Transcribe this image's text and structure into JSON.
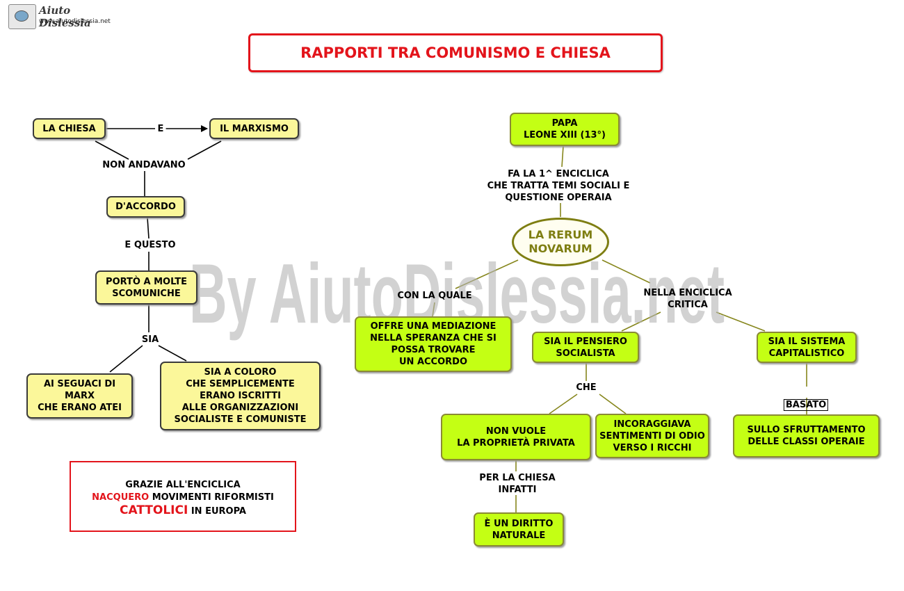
{
  "logo": {
    "name": "Aiuto Dislessia",
    "url": "www.aiutodislessia.net"
  },
  "title": "RAPPORTI TRA COMUNISMO E CHIESA",
  "watermark": "By AiutoDislessia.net",
  "left": {
    "chiesa": "LA CHIESA",
    "e": "E",
    "marxismo": "IL MARXISMO",
    "non_andavano": "NON ANDAVANO",
    "daccordo": "D'ACCORDO",
    "e_questo": "E QUESTO",
    "porto": "PORTÒ A MOLTE\nSCOMUNICHE",
    "sia": "SIA",
    "seguaci": "AI SEGUACI DI\nMARX\nCHE ERANO ATEI",
    "coloro": "SIA A COLORO\nCHE SEMPLICEMENTE\nERANO ISCRITTI\nALLE ORGANIZZAZIONI\nSOCIALISTE E COMUNISTE"
  },
  "note": {
    "line1": "GRAZIE ALL'ENCICLICA",
    "nacquero": "NACQUERO",
    "line2_rest": " MOVIMENTI RIFORMISTI",
    "cattolici": "CATTOLICI",
    "line3_rest": " IN EUROPA"
  },
  "right": {
    "papa": "PAPA\nLEONE XIII (13°)",
    "fa_la": "FA LA 1^ ENCICLICA\nCHE TRATTA TEMI SOCIALI E\nQUESTIONE OPERAIA",
    "rerum": "LA RERUM\nNOVARUM",
    "con_la_quale": "CON LA QUALE",
    "mediazione": "OFFRE UNA MEDIAZIONE\nNELLA SPERANZA CHE SI\nPOSSA TROVARE\nUN ACCORDO",
    "nella_enciclica": "NELLA ENCICLICA\nCRITICA",
    "pensiero": "SIA IL PENSIERO\nSOCIALISTA",
    "sistema": "SIA IL SISTEMA\nCAPITALISTICO",
    "che": "CHE",
    "basato": "BASATO",
    "non_vuole": "NON VUOLE\nLA PROPRIETÀ PRIVATA",
    "incoraggiava": "INCORAGGIAVA\nSENTIMENTI DI ODIO\nVERSO I RICCHI",
    "sfruttamento": "SULLO SFRUTTAMENTO\nDELLE CLASSI OPERAIE",
    "per_la_chiesa": "PER LA CHIESA\nINFATTI",
    "diritto": "È UN DIRITTO\nNATURALE"
  },
  "colors": {
    "title_red": "#e3141b",
    "node_yellow": "#fbf79a",
    "node_green": "#c4ff14",
    "ellipse_olive": "#7e7e12"
  }
}
